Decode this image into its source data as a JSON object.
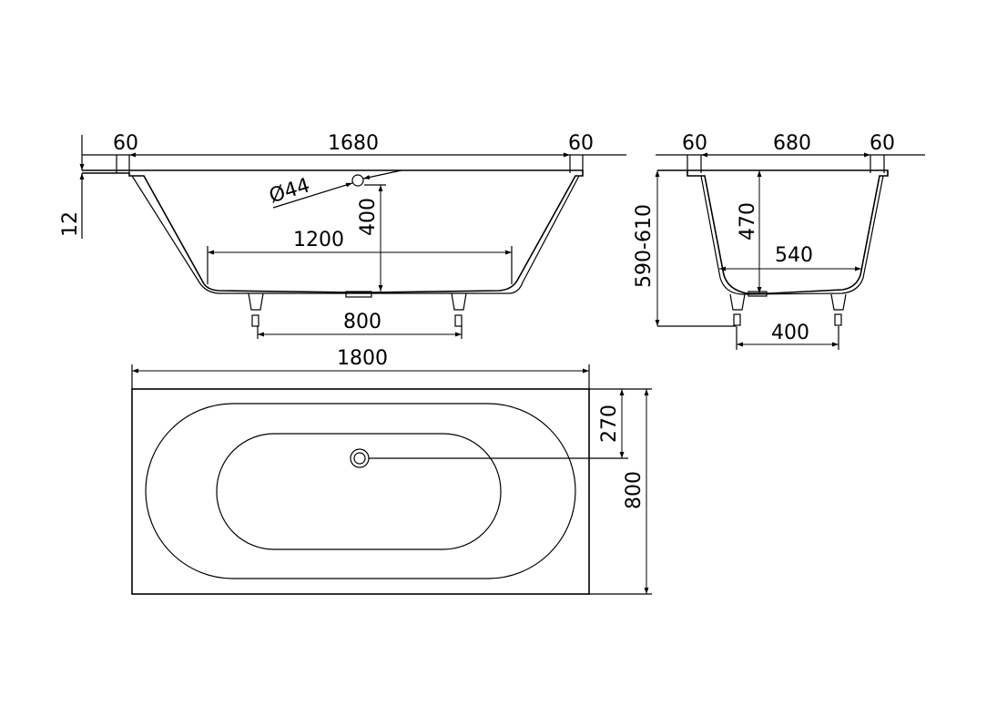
{
  "side_view": {
    "rim_left": "60",
    "inner_length": "1680",
    "rim_right": "60",
    "rim_thickness": "12",
    "overflow_diameter": "Ø44",
    "overflow_height": "400",
    "bottom_length": "1200",
    "feet_spacing": "800"
  },
  "end_view": {
    "rim_left": "60",
    "inner_width": "680",
    "rim_right": "60",
    "depth": "470",
    "bottom_width": "540",
    "total_height": "590-610",
    "feet_spacing": "400"
  },
  "plan_view": {
    "length": "1800",
    "width": "800",
    "drain_offset": "270"
  },
  "colors": {
    "line": "#000000",
    "background": "#ffffff"
  }
}
